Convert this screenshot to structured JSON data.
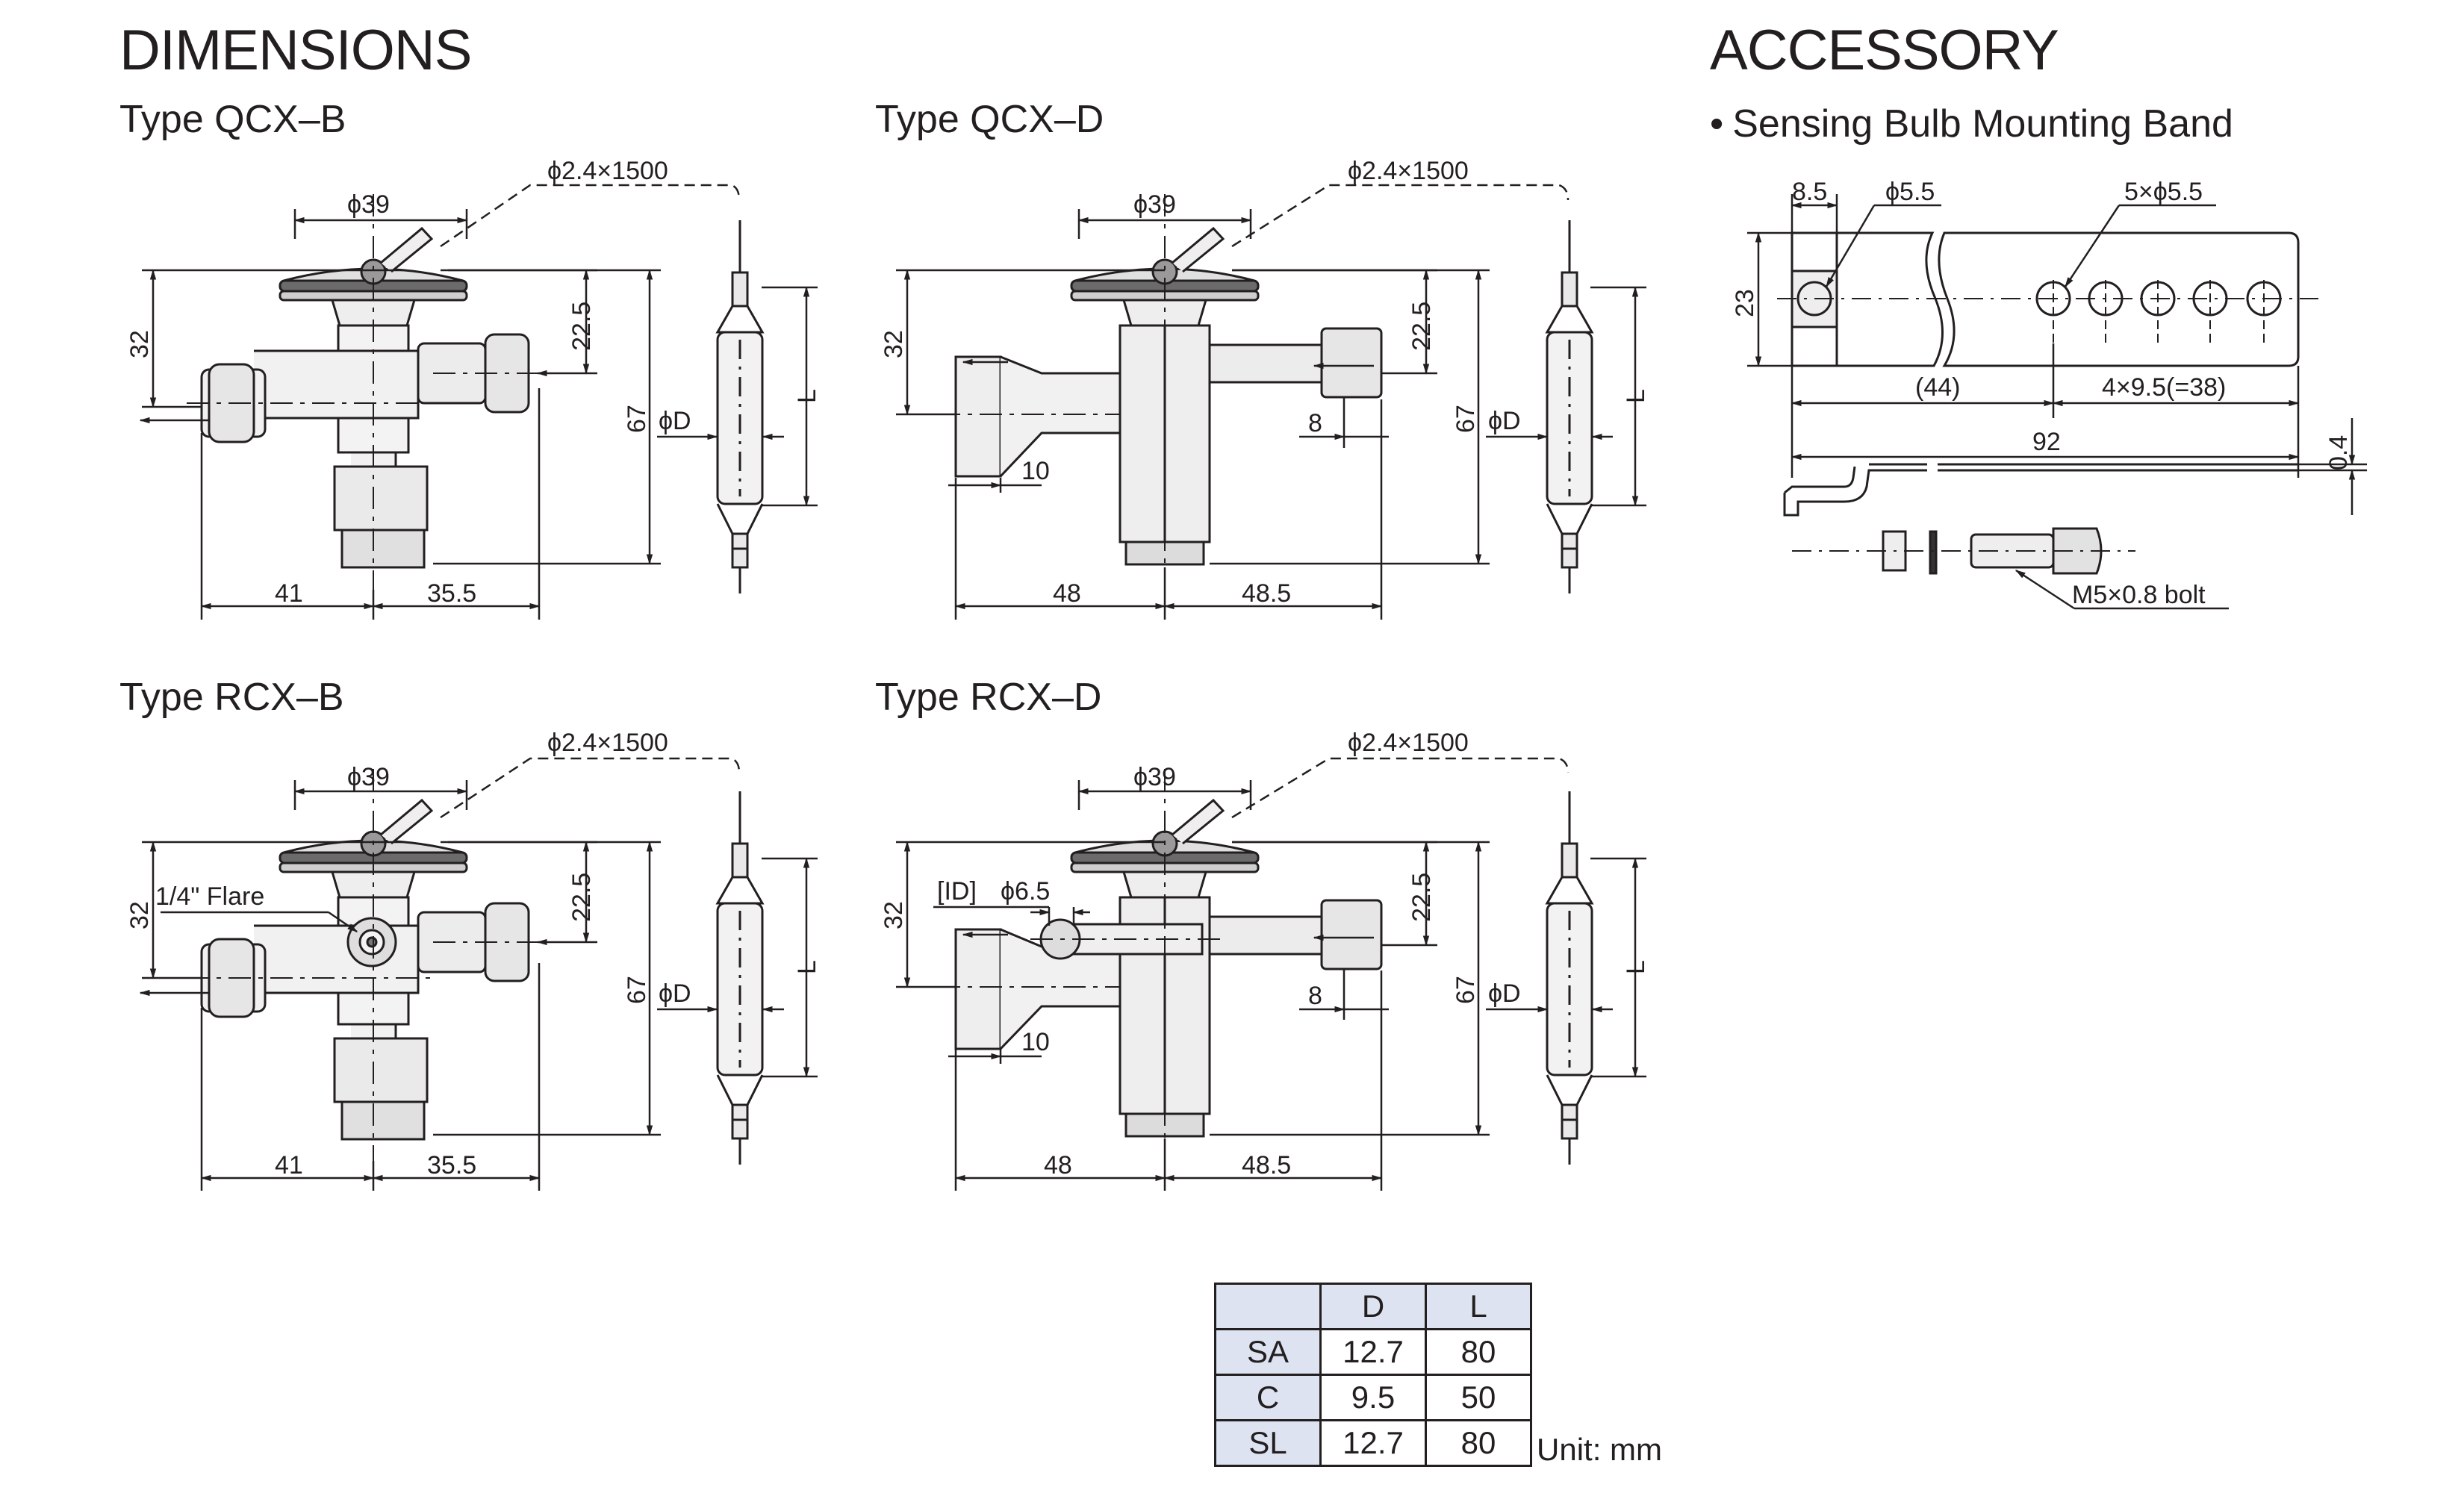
{
  "headings": {
    "dimensions": "DIMENSIONS",
    "accessory": "ACCESSORY"
  },
  "views": {
    "qcx_b": {
      "type": "Type QCX–B",
      "capillary": "ϕ2.4×1500",
      "diaphragm": "ϕ39",
      "h_top": "32",
      "h_outlet": "22.5",
      "h_total": "67",
      "bulb_d": "ϕD",
      "bulb_l": "L",
      "w_left": "41",
      "w_right": "35.5"
    },
    "qcx_d": {
      "type": "Type QCX–D",
      "capillary": "ϕ2.4×1500",
      "diaphragm": "ϕ39",
      "h_top": "32",
      "h_outlet": "22.5",
      "h_total": "67",
      "bulb_d": "ϕD",
      "bulb_l": "L",
      "w_left": "48",
      "w_right": "48.5",
      "stub_out": "8",
      "stub_in": "10"
    },
    "rcx_b": {
      "type": "Type RCX–B",
      "capillary": "ϕ2.4×1500",
      "diaphragm": "ϕ39",
      "h_top": "32",
      "h_outlet": "22.5",
      "h_total": "67",
      "bulb_d": "ϕD",
      "bulb_l": "L",
      "w_left": "41",
      "w_right": "35.5",
      "equalizer": "1/4\" Flare"
    },
    "rcx_d": {
      "type": "Type RCX–D",
      "capillary": "ϕ2.4×1500",
      "diaphragm": "ϕ39",
      "h_top": "32",
      "h_outlet": "22.5",
      "h_total": "67",
      "bulb_d": "ϕD",
      "bulb_l": "L",
      "w_left": "48",
      "w_right": "48.5",
      "stub_out": "8",
      "stub_in": "10",
      "equalizer_id": "[ID]",
      "equalizer_dia": "ϕ6.5"
    }
  },
  "accessory": {
    "subtitle": "Sensing Bulb Mounting Band",
    "dim_85": "8.5",
    "dim_hole": "ϕ5.5",
    "dim_holes": "5×ϕ5.5",
    "dim_height": "23",
    "dim_44": "(44)",
    "dim_pitch": "4×9.5(=38)",
    "dim_92": "92",
    "dim_thick": "0.4",
    "bolt": "M5×0.8 bolt"
  },
  "table": {
    "headers": [
      "",
      "D",
      "L"
    ],
    "rows": [
      [
        "SA",
        "12.7",
        "80"
      ],
      [
        "C",
        "9.5",
        "50"
      ],
      [
        "SL",
        "12.7",
        "80"
      ]
    ],
    "unit": "Unit: mm"
  }
}
